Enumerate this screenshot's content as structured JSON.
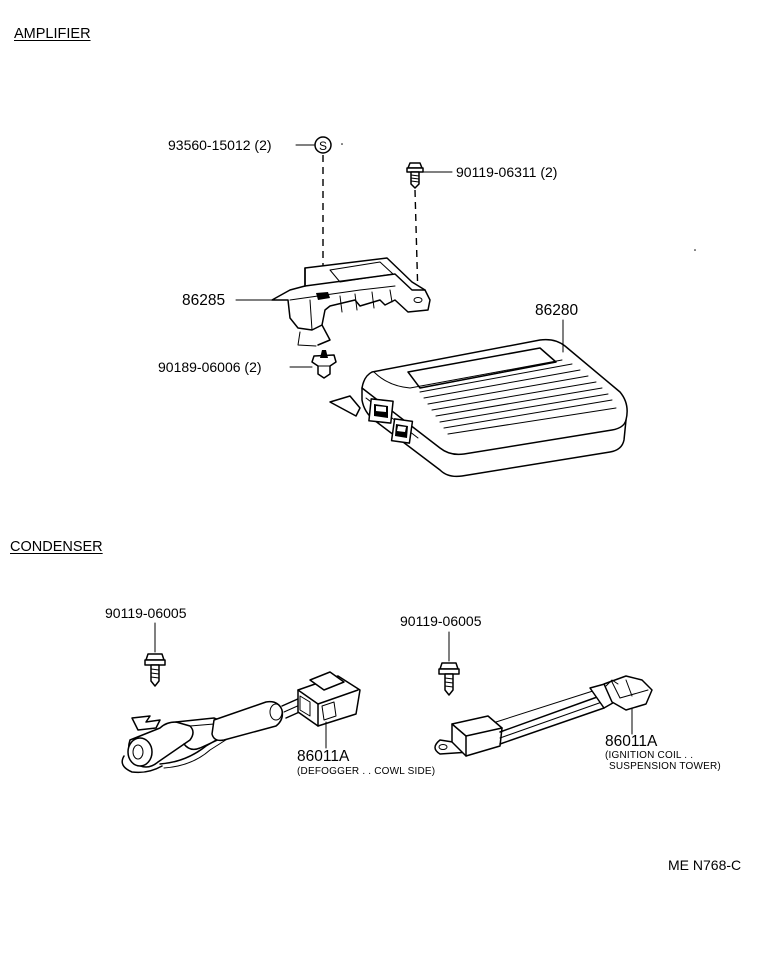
{
  "sections": {
    "amplifier": "AMPLIFIER",
    "condenser": "CONDENSER"
  },
  "parts": {
    "nut_s": "93560-15012 (2)",
    "bolt_top": "90119-06311 (2)",
    "bracket": "86285",
    "amplifier": "86280",
    "clip": "90189-06006 (2)",
    "bolt_left": "90119-06005",
    "bolt_right": "90119-06005",
    "cond_left": "86011A",
    "cond_left_note": "(DEFOGGER . . COWL SIDE)",
    "cond_right": "86011A",
    "cond_right_note1": "(IGNITION COIL . .",
    "cond_right_note2": "SUSPENSION TOWER)"
  },
  "symbol": {
    "s_mark": "S"
  },
  "drawing_code": "ME N768-C"
}
